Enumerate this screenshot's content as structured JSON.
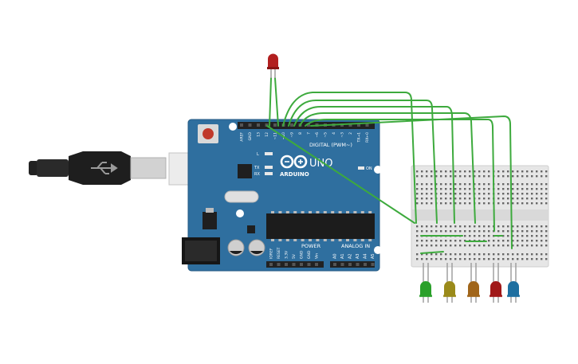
{
  "board": {
    "brand": "ARDUINO",
    "model": "UNO",
    "digital_header_label": "DIGITAL (PWM~)",
    "power_label": "POWER",
    "analog_label": "ANALOG IN",
    "on_label": "ON",
    "l_label": "L",
    "tx_label": "TX",
    "rx_label": "RX",
    "top_pins": [
      "AREF",
      "GND",
      "13",
      "12",
      "~11",
      "~10",
      "~9",
      "8",
      "7",
      "~6",
      "~5",
      "4",
      "~3",
      "2",
      "TX→1",
      "RX←0"
    ],
    "power_pins": [
      "IOREF",
      "RESET",
      "3.3V",
      "5V",
      "GND",
      "GND",
      "Vin"
    ],
    "analog_pins": [
      "A0",
      "A1",
      "A2",
      "A3",
      "A4",
      "A5"
    ]
  },
  "colors": {
    "board": "#2f6f9f",
    "board_edge": "#245a83",
    "wire": "#3daa3d",
    "breadboard": "#e6e6e6",
    "usb_cable": "#222222",
    "led_top": "#b21f1f"
  },
  "leds": [
    {
      "name": "green",
      "color": "#2aa02a"
    },
    {
      "name": "yellow",
      "color": "#9a8a1a"
    },
    {
      "name": "orange",
      "color": "#a0651a"
    },
    {
      "name": "red",
      "color": "#a01818"
    },
    {
      "name": "blue",
      "color": "#1e6fa0"
    }
  ]
}
